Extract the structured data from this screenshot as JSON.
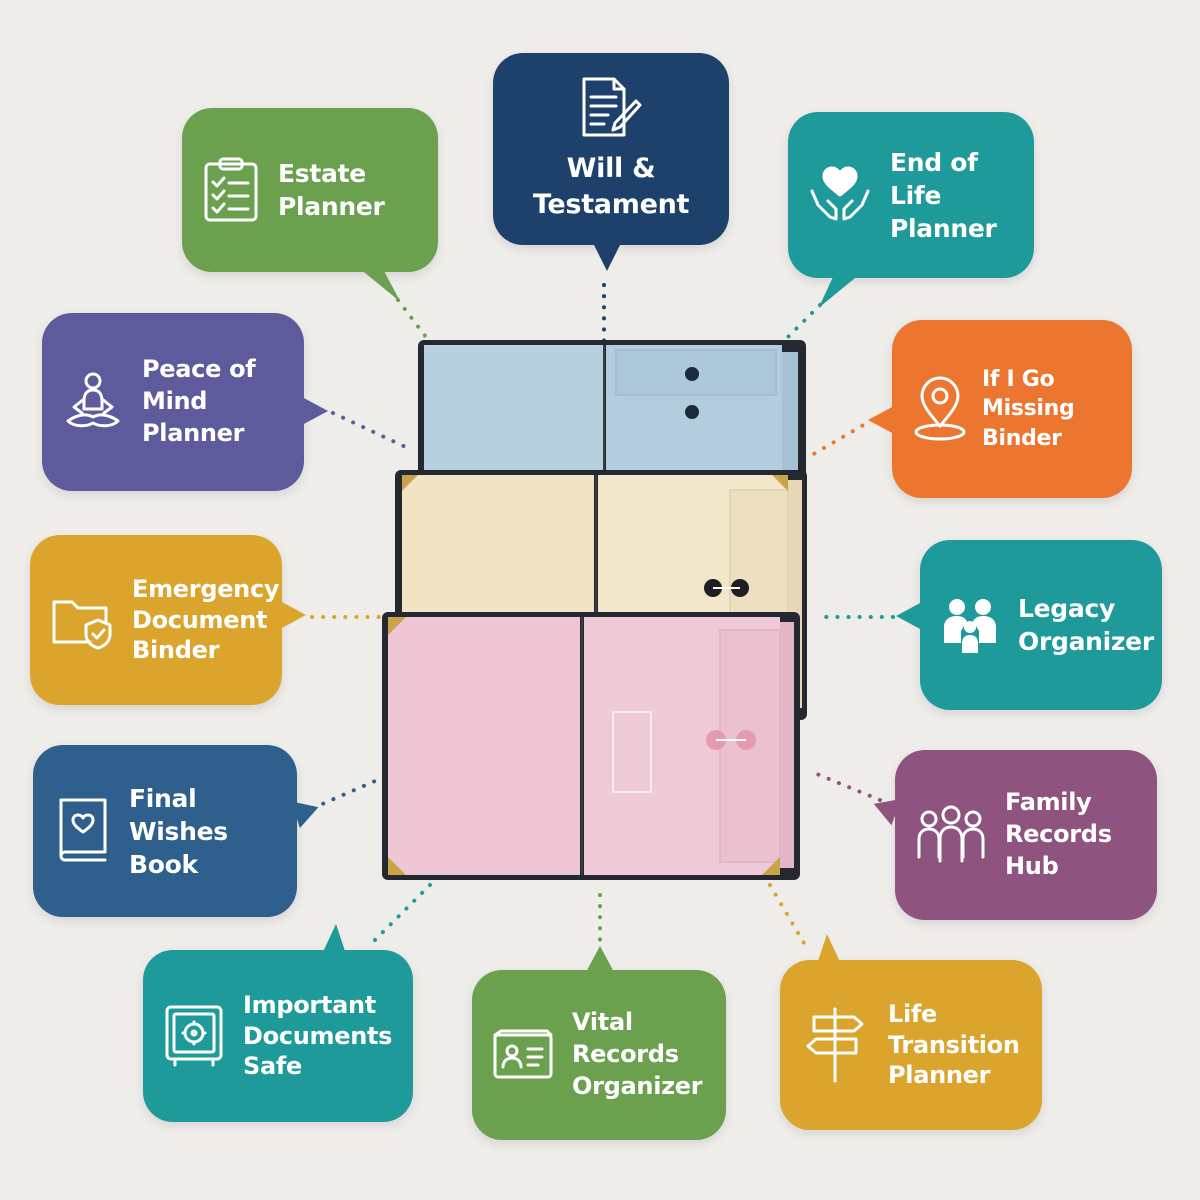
{
  "colors": {
    "background": "#efedea",
    "green": "#6aa04e",
    "navy": "#1d416b",
    "teal": "#1f9a9b",
    "purple": "#5d5b9b",
    "orange": "#ec762f",
    "mustard": "#dba42c",
    "blue": "#2f5f8c",
    "plum": "#8e537e",
    "binder_blue": "#b7d0e0",
    "binder_cream": "#f1e4c5",
    "binder_pink": "#eec6d3",
    "binder_cover": "#252830"
  },
  "bubbles": [
    {
      "id": "estate-planner",
      "label": "Estate\nPlanner",
      "icon": "clipboard-checklist-icon",
      "color": "#6aa04e"
    },
    {
      "id": "will-testament",
      "label": "Will &\nTestament",
      "icon": "document-pen-icon",
      "color": "#1d416b"
    },
    {
      "id": "end-of-life-planner",
      "label": "End of Life\nPlanner",
      "icon": "heart-hands-icon",
      "color": "#1f9a9b"
    },
    {
      "id": "peace-of-mind-planner",
      "label": "Peace of Mind\nPlanner",
      "icon": "meditation-icon",
      "color": "#5d5b9b"
    },
    {
      "id": "if-i-go-missing-binder",
      "label": "If I Go\nMissing Binder",
      "icon": "location-pin-icon",
      "color": "#ec762f"
    },
    {
      "id": "emergency-document-binder",
      "label": "Emergency\nDocument\nBinder",
      "icon": "folder-shield-icon",
      "color": "#dba42c"
    },
    {
      "id": "legacy-organizer",
      "label": "Legacy\nOrganizer",
      "icon": "family-icon",
      "color": "#1f9a9b"
    },
    {
      "id": "final-wishes-book",
      "label": "Final\nWishes Book",
      "icon": "heart-book-icon",
      "color": "#2f5f8c"
    },
    {
      "id": "family-records-hub",
      "label": "Family\nRecords Hub",
      "icon": "people-group-icon",
      "color": "#8e537e"
    },
    {
      "id": "important-documents-safe",
      "label": "Important\nDocuments\nSafe",
      "icon": "safe-icon",
      "color": "#1f9a9b"
    },
    {
      "id": "vital-records-organizer",
      "label": "Vital Records\nOrganizer",
      "icon": "id-card-icon",
      "color": "#6aa04e"
    },
    {
      "id": "life-transition-planner",
      "label": "Life\nTransition\nPlanner",
      "icon": "signpost-icon",
      "color": "#dba42c"
    }
  ]
}
